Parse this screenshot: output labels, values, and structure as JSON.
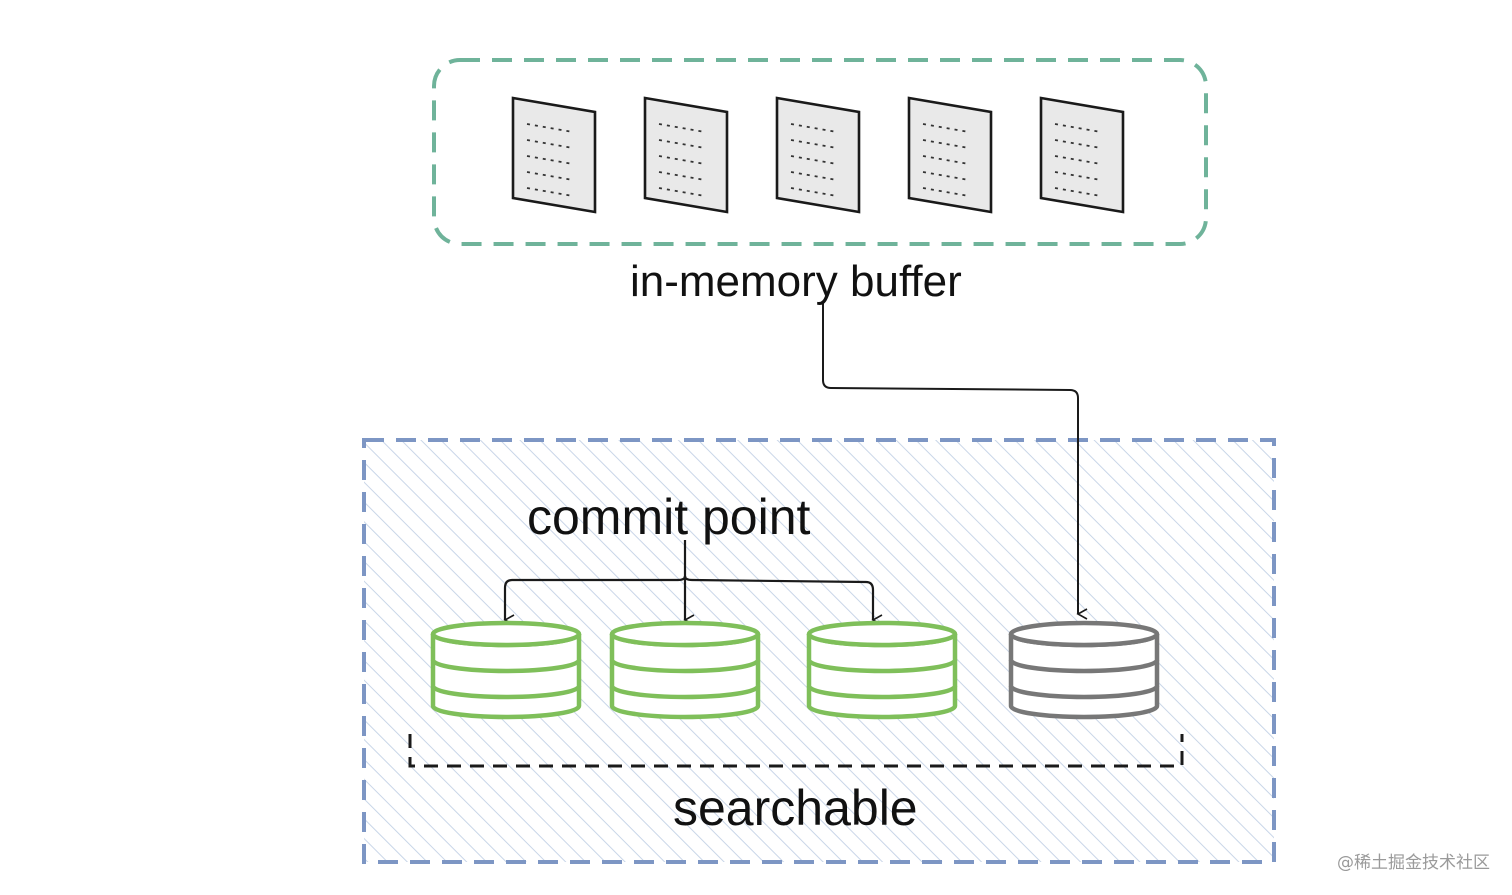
{
  "labels": {
    "buffer": "in-memory buffer",
    "commit_point": "commit point",
    "searchable": "searchable",
    "watermark": "@稀土掘金技术社区"
  },
  "documents": {
    "count": 5
  },
  "segments": [
    {
      "state": "committed"
    },
    {
      "state": "committed"
    },
    {
      "state": "committed"
    },
    {
      "state": "new"
    }
  ],
  "colors": {
    "buffer_border": "#6fb39a",
    "index_border": "#7d96c4",
    "hatch": "#c9d6e8",
    "committed_segment": "#7fbf5a",
    "new_segment": "#777777",
    "ink": "#1a1a1a",
    "doc_fill": "#e9e9e9"
  }
}
